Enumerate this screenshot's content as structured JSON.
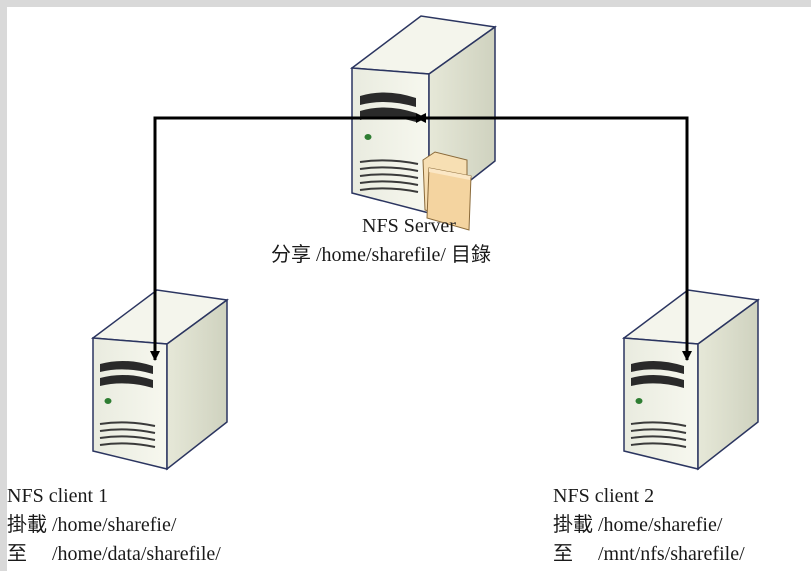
{
  "server": {
    "name": "NFS Server",
    "description": "分享 /home/sharefile/ 目錄"
  },
  "client1": {
    "name": "NFS client 1",
    "mount_line": "掛載 /home/sharefie/",
    "target_line": "至     /home/data/sharefile/"
  },
  "client2": {
    "name": "NFS client 2",
    "mount_line": "掛載 /home/sharefie/",
    "target_line": "至     /mnt/nfs/sharefile/"
  },
  "colors": {
    "background": "#d9d9d9",
    "canvas": "#ffffff",
    "connector": "#000000",
    "server_body": "#f1f2e6",
    "folder": "#f4d8a6"
  },
  "icons": [
    "server-tower-icon",
    "folder-icon"
  ]
}
